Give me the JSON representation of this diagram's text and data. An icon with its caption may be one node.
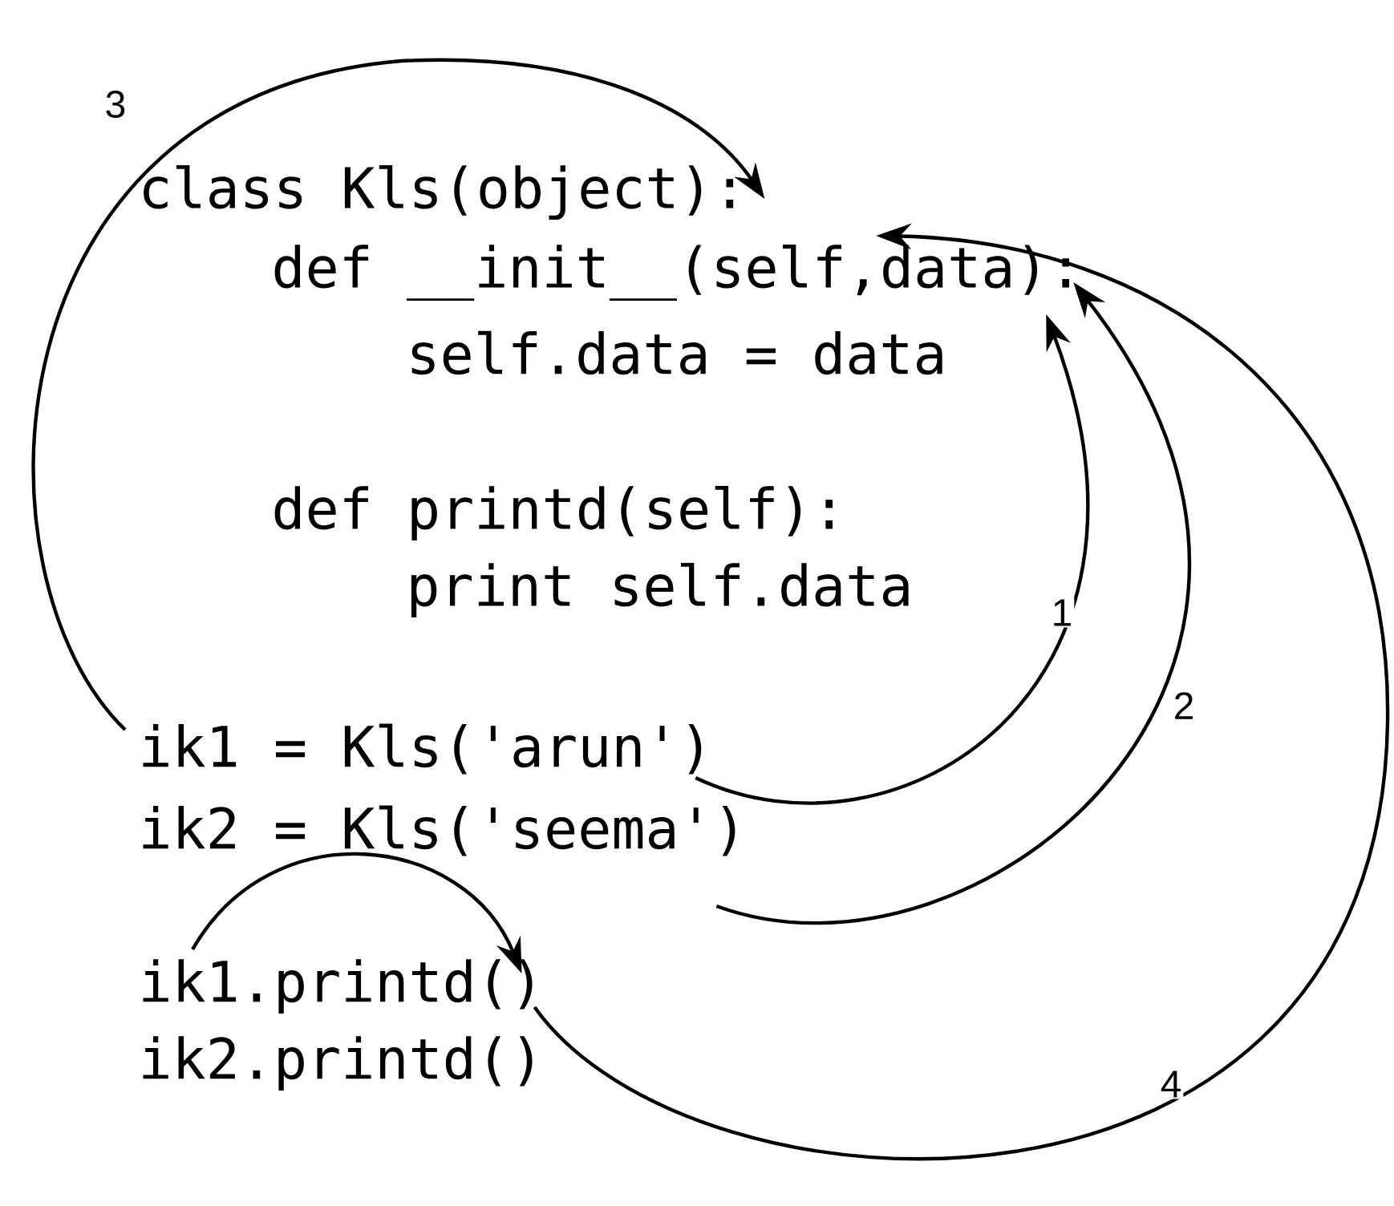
{
  "diagram": {
    "nodes": [
      {
        "text": [
          "class Kls(object):"
        ]
      },
      {
        "text": [
          "def __init__(self,data):"
        ]
      },
      {
        "text": [
          "self.data = data"
        ]
      },
      {
        "text": [
          "def printd(self):"
        ]
      },
      {
        "text": [
          "print self.data"
        ]
      },
      {
        "text": [
          "ik1 = Kls('arun')"
        ]
      },
      {
        "text": [
          "ik2 = Kls('seema')"
        ]
      },
      {
        "text": [
          "ik1.printd()"
        ]
      },
      {
        "text": [
          "ik2.printd()"
        ]
      }
    ],
    "edges": [
      {
        "from": 5,
        "to": 1,
        "arrow": "to",
        "label": "1"
      },
      {
        "from": 6,
        "to": 1,
        "arrow": "to",
        "label": "2"
      },
      {
        "from": 5,
        "to": 0,
        "arrow": "to",
        "label": "3"
      },
      {
        "from": 7,
        "to": 1,
        "arrow": "to",
        "label": "4"
      },
      {
        "from": 7,
        "to": 7,
        "arrow": "to"
      }
    ]
  }
}
